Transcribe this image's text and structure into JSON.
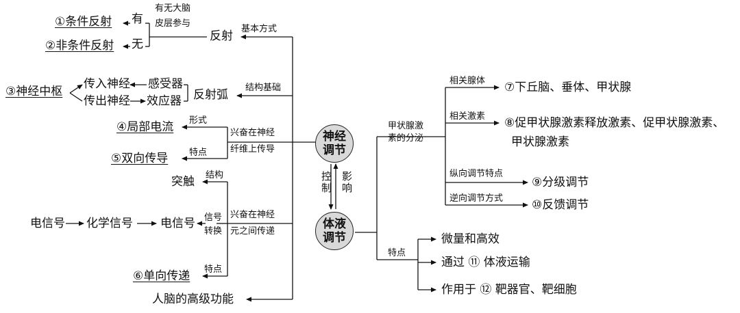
{
  "center": {
    "neural": [
      "神经",
      "调节"
    ],
    "humoral": [
      "体液",
      "调节"
    ],
    "control": "控制",
    "influence": "影响"
  },
  "left": {
    "reflex": {
      "label": "反射",
      "link": "基本方式",
      "cortex_q": [
        "有无大脑",
        "皮层参与"
      ],
      "yes": "有",
      "no": "无",
      "conditioned": "①条件反射",
      "unconditioned": "②非条件反射"
    },
    "arc": {
      "label": "反射弧",
      "link": "结构基础",
      "center": "③神经中枢",
      "afferent": "传入神经",
      "efferent": "传出神经",
      "receptor": "感受器",
      "effector": "效应器"
    },
    "fiber": {
      "label": [
        "兴奋在神经",
        "纤维上传导"
      ],
      "form": "形式",
      "feature": "特点",
      "current": "④局部电流",
      "bidirectional": "⑤双向传导"
    },
    "synapse": {
      "label": [
        "兴奋在神经",
        "元之间传递"
      ],
      "structure": "结构",
      "synapse": "突触",
      "signal_conv": [
        "信号",
        "转换"
      ],
      "chain": [
        "电信号",
        "化学信号",
        "电信号"
      ],
      "feature": "特点",
      "one_way": "⑥单向传递"
    },
    "brain": "人脑的高级功能"
  },
  "right": {
    "thyroid": {
      "label": [
        "甲状腺激",
        "素的分泌"
      ],
      "glands_link": "相关腺体",
      "glands": "⑦下丘脑、垂体、甲状腺",
      "hormones_link": "相关激素",
      "hormones": [
        "⑧促甲状腺激素释放激素、促甲状腺激素、",
        "甲状腺激素"
      ],
      "vertical_link": "纵向调节特点",
      "graded": "⑨分级调节",
      "reverse_link": "逆向调节方式",
      "feedback": "⑩反馈调节"
    },
    "features": {
      "label": "特点",
      "trace": "微量和高效",
      "transport": "通过 ⑪ 体液运输",
      "target": "作用于 ⑫ 靶器官、靶细胞"
    }
  }
}
